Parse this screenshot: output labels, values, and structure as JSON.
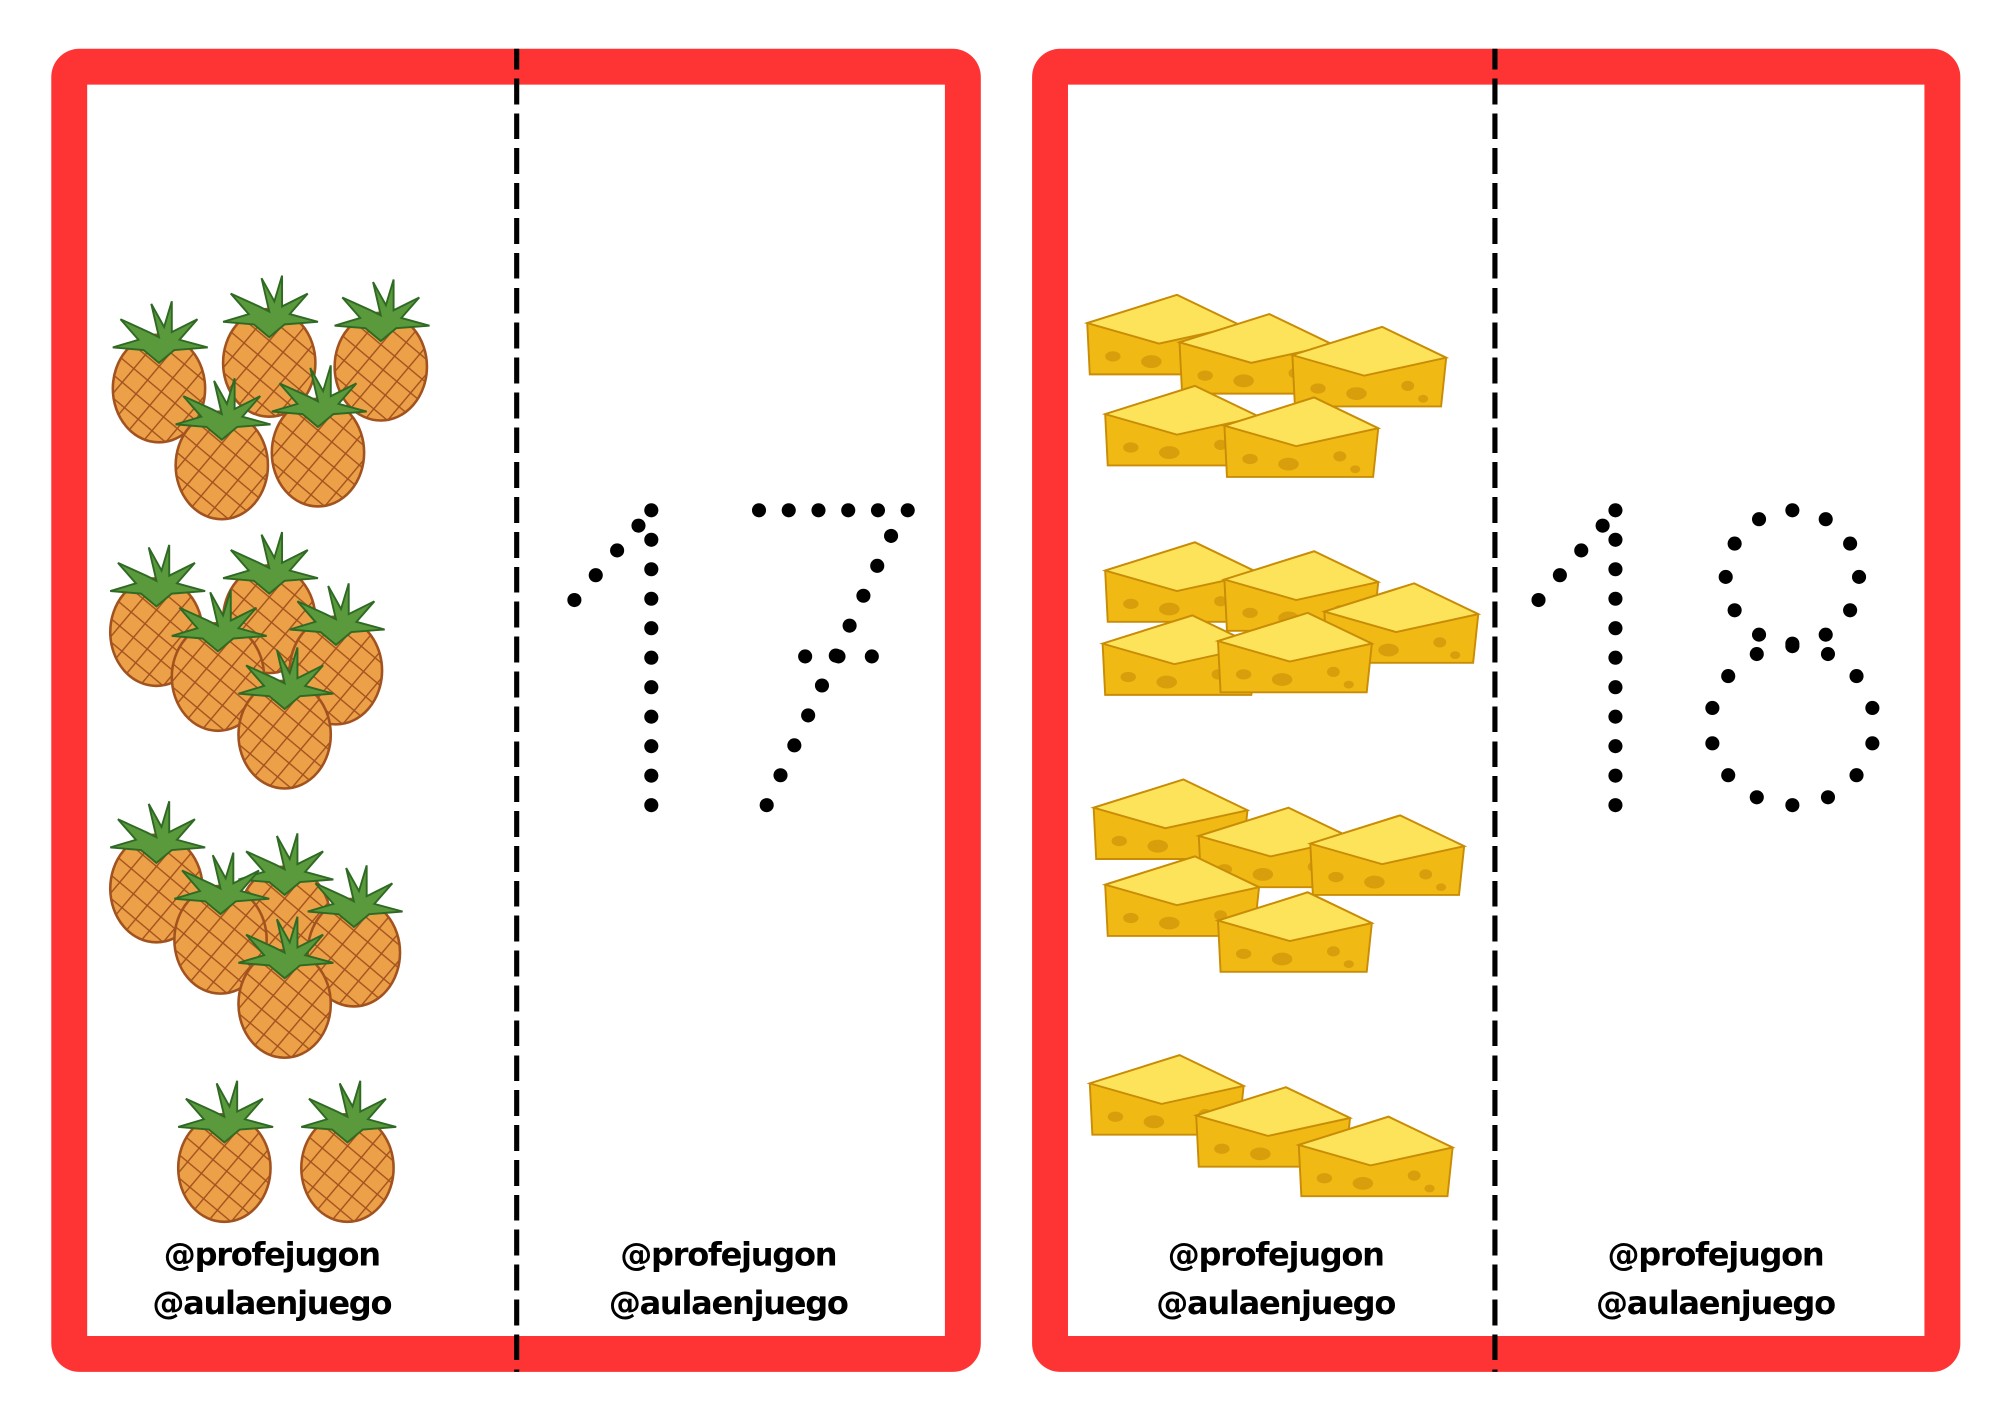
{
  "cards": [
    {
      "number": "17",
      "item": "pineapple",
      "groups": [
        5,
        5,
        5,
        2
      ],
      "credits": [
        "@profejugon",
        "@aulaenjuego"
      ]
    },
    {
      "number": "18",
      "item": "cheese",
      "groups": [
        5,
        5,
        5,
        3
      ],
      "credits": [
        "@profejugon",
        "@aulaenjuego"
      ]
    }
  ],
  "colors": {
    "border": "#fe3334",
    "pineapple": "#e8953c",
    "leaf": "#5a9a3c",
    "cheese": "#fcd02c"
  }
}
